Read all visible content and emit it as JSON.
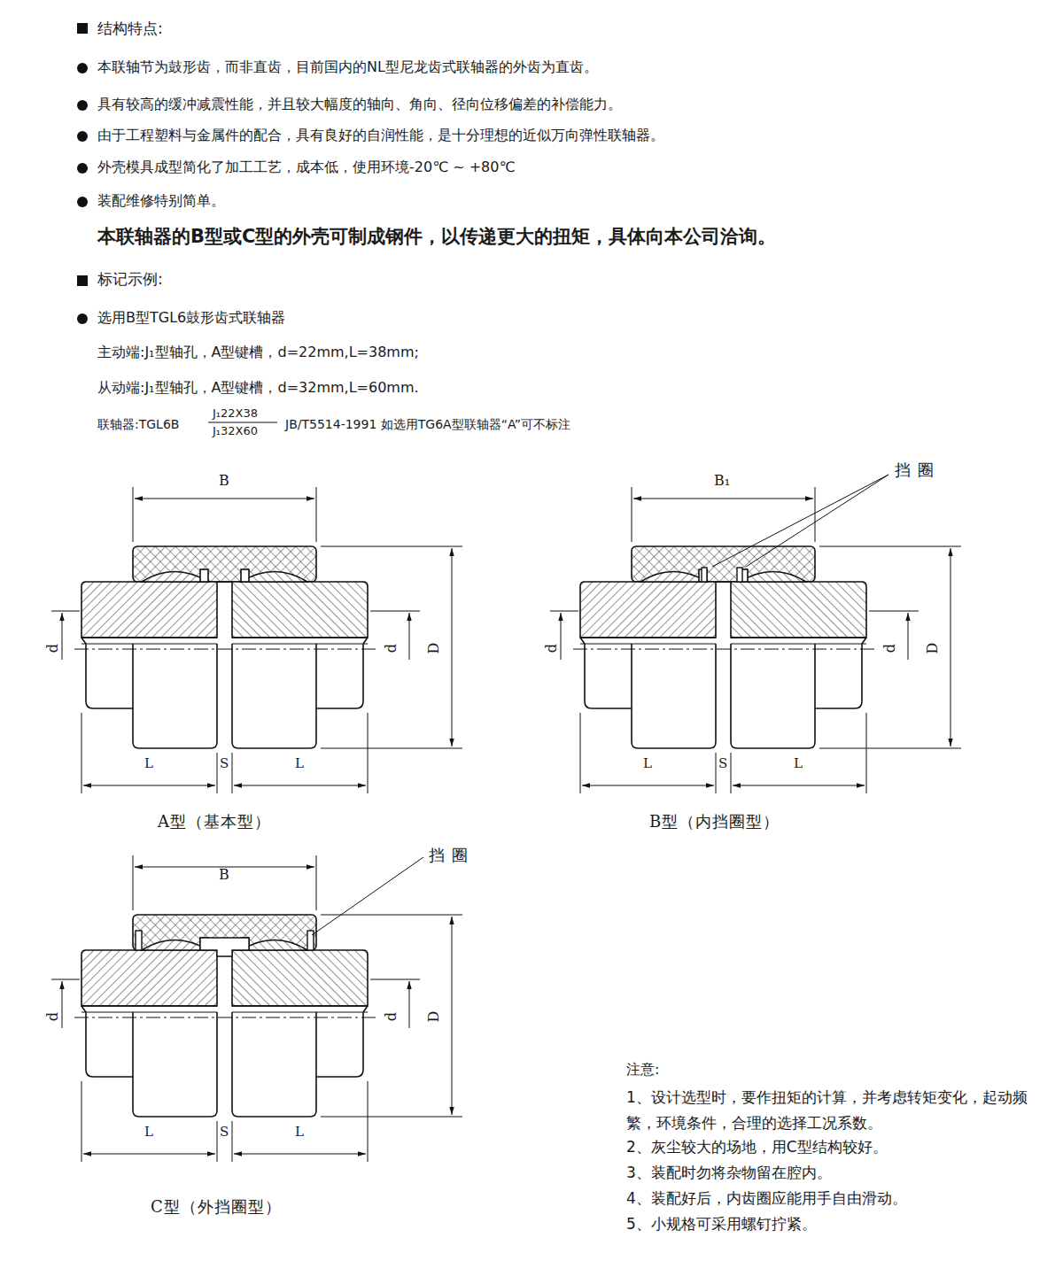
{
  "diagram": {
    "labels": [
      "结构特点:",
      "本联轴节为鼓形齿，而非直齿，目前国内的NL型尼龙齿式联轴器的外齿为直齿。",
      "具有较高的缓冲减震性能，并且较大幅度的轴向、角向、径向位移偏差的补偿能力。",
      "由于工程塑料与金属件的配合，具有良好的自润性能，是十分理想的近似万向弹性联轴器。",
      "外壳模具成型简化了加工工艺，成本低，使用环境-20℃ ~ +80℃",
      "装配维修特别简单。",
      "本联轴器的B型或C型的外壳可制成钢件，以传递更大的扭矩，具体向本公司洽询。",
      "标记示例:",
      "选用B型TGL6鼓形齿式联轴器",
      "主动端:J₁型轴孔，A型键槽，d=22mm,L=38mm;",
      "从动端:J₁型轴孔，A型键槽，d=32mm,L=60mm.",
      "联轴器:TGL6B",
      "J₁22X38",
      "J₁32X60",
      "JB/T5514-1991  如选用TG6A型联轴器“A”可不标注",
      "B",
      "d",
      "d",
      "D",
      "L",
      "S",
      "L",
      "A型（基本型）",
      "B₁",
      "挡 圈",
      "d",
      "d",
      "D",
      "L",
      "S",
      "L",
      "B型（内挡圈型）",
      "B",
      "挡 圈",
      "d",
      "d",
      "D",
      "L",
      "S",
      "L",
      "C型（外挡圈型）",
      "注意:",
      "1、设计选型时，要作扭矩的计算，并考虑转矩变化，起动频繁，环境条件，合理的选择工况系数。",
      "2、灰尘较大的场地，用C型结构较好。",
      "3、装配时勿将杂物留在腔内。",
      "4、装配好后，内齿圈应能用手自由滑动。",
      "5、小规格可采用螺钉拧紧。"
    ]
  }
}
